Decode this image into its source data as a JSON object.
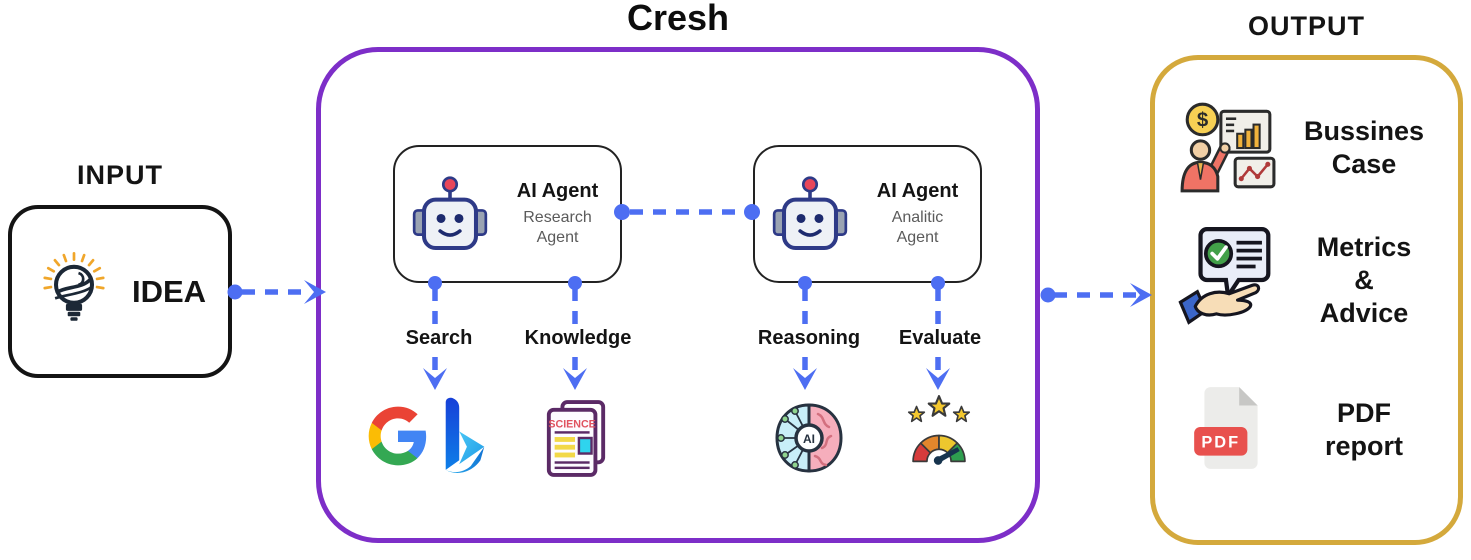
{
  "title": "Cresh",
  "colors": {
    "cresh_border": "#7D2EC8",
    "output_border": "#D4A93C",
    "connector_blue": "#4D6EF2",
    "text_black": "#141414",
    "text_gray": "#5B5B5B"
  },
  "input": {
    "section_label": "INPUT",
    "idea_label": "IDEA"
  },
  "agents": [
    {
      "title": "AI Agent",
      "subtitle_line1": "Research",
      "subtitle_line2": "Agent"
    },
    {
      "title": "AI Agent",
      "subtitle_line1": "Analitic",
      "subtitle_line2": "Agent"
    }
  ],
  "tools": {
    "search_label": "Search",
    "knowledge_label": "Knowledge",
    "reasoning_label": "Reasoning",
    "evaluate_label": "Evaluate",
    "science_text": "SCIENCE",
    "ai_text": "AI"
  },
  "output": {
    "section_label": "OUTPUT",
    "items": [
      {
        "line1": "Bussines",
        "line2": "Case",
        "dollar": "$"
      },
      {
        "line1": "Metrics",
        "line2": "&",
        "line3": "Advice"
      },
      {
        "line1": "PDF",
        "line2": "report",
        "badge": "PDF"
      }
    ]
  }
}
